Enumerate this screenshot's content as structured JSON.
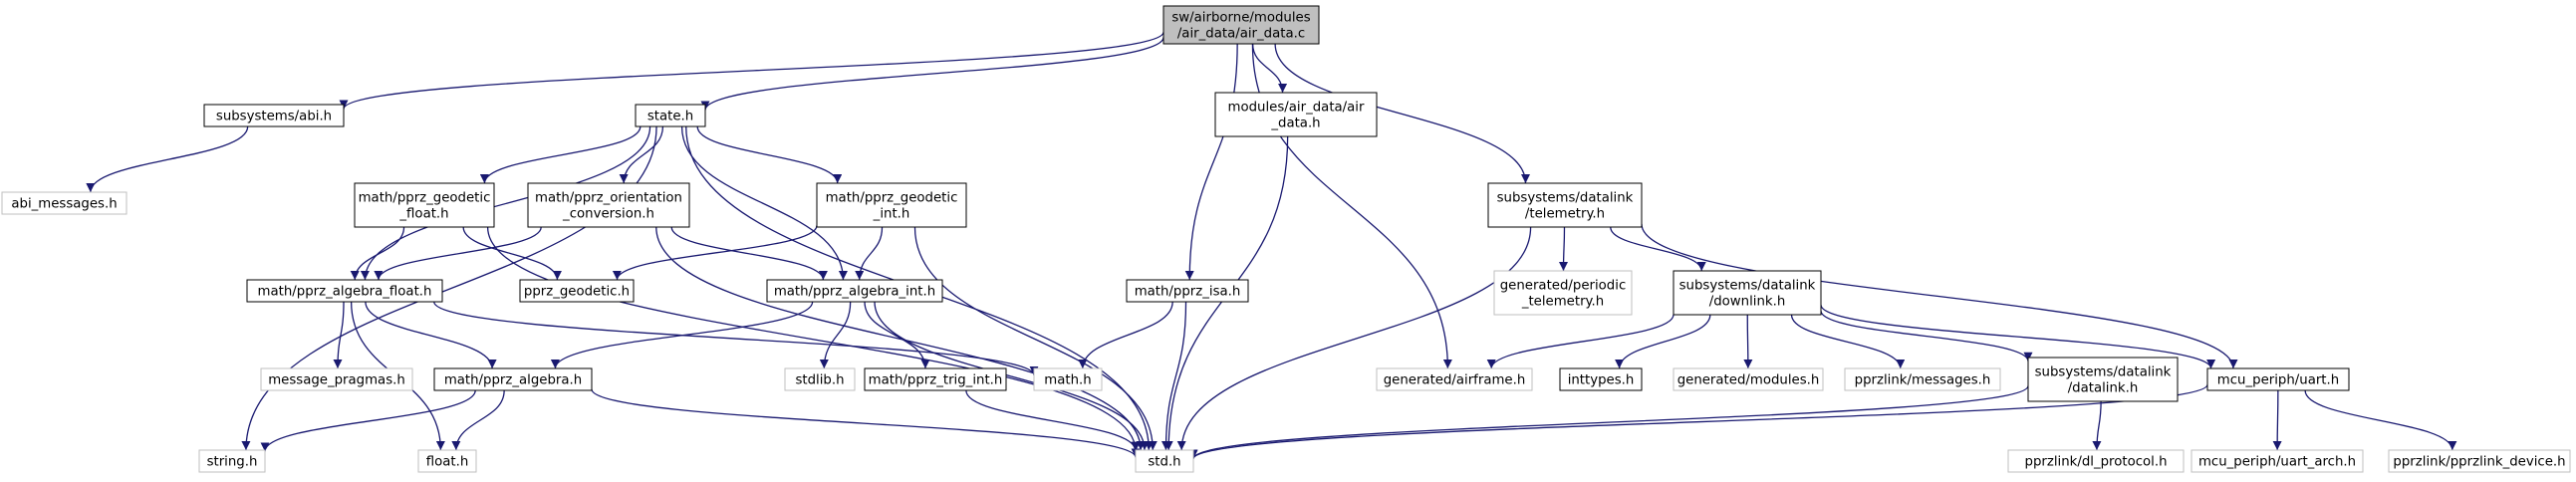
{
  "colors": {
    "edge": "#191970",
    "node_border": "#000000",
    "node_fill": "#ffffff",
    "external_border": "#bfbfbf",
    "root_fill": "#bfbfbf"
  },
  "nodes": [
    {
      "id": "root",
      "lines": [
        "sw/airborne/modules",
        "/air_data/air_data.c"
      ],
      "style": "root"
    },
    {
      "id": "abi",
      "lines": [
        "subsystems/abi.h"
      ],
      "style": "normal"
    },
    {
      "id": "abi_messages",
      "lines": [
        "abi_messages.h"
      ],
      "style": "external"
    },
    {
      "id": "state",
      "lines": [
        "state.h"
      ],
      "style": "normal"
    },
    {
      "id": "mod_air_data",
      "lines": [
        "modules/air_data/air",
        "_data.h"
      ],
      "style": "normal"
    },
    {
      "id": "pprz_isa",
      "lines": [
        "math/pprz_isa.h"
      ],
      "style": "normal"
    },
    {
      "id": "telemetry",
      "lines": [
        "subsystems/datalink",
        "/telemetry.h"
      ],
      "style": "normal"
    },
    {
      "id": "geodetic_float",
      "lines": [
        "math/pprz_geodetic",
        "_float.h"
      ],
      "style": "normal"
    },
    {
      "id": "orientation",
      "lines": [
        "math/pprz_orientation",
        "_conversion.h"
      ],
      "style": "normal"
    },
    {
      "id": "geodetic_int",
      "lines": [
        "math/pprz_geodetic",
        "_int.h"
      ],
      "style": "normal"
    },
    {
      "id": "algebra_float",
      "lines": [
        "math/pprz_algebra_float.h"
      ],
      "style": "normal"
    },
    {
      "id": "pprz_geodetic",
      "lines": [
        "pprz_geodetic.h"
      ],
      "style": "normal"
    },
    {
      "id": "algebra_int",
      "lines": [
        "math/pprz_algebra_int.h"
      ],
      "style": "normal"
    },
    {
      "id": "periodic_telemetry",
      "lines": [
        "generated/periodic",
        "_telemetry.h"
      ],
      "style": "external"
    },
    {
      "id": "downlink",
      "lines": [
        "subsystems/datalink",
        "/downlink.h"
      ],
      "style": "normal"
    },
    {
      "id": "message_pragmas",
      "lines": [
        "message_pragmas.h"
      ],
      "style": "external"
    },
    {
      "id": "pprz_algebra",
      "lines": [
        "math/pprz_algebra.h"
      ],
      "style": "normal"
    },
    {
      "id": "stdlib",
      "lines": [
        "stdlib.h"
      ],
      "style": "external"
    },
    {
      "id": "trig_int",
      "lines": [
        "math/pprz_trig_int.h"
      ],
      "style": "normal"
    },
    {
      "id": "math",
      "lines": [
        "math.h"
      ],
      "style": "external"
    },
    {
      "id": "airframe",
      "lines": [
        "generated/airframe.h"
      ],
      "style": "external"
    },
    {
      "id": "inttypes",
      "lines": [
        "inttypes.h"
      ],
      "style": "normal"
    },
    {
      "id": "gen_modules",
      "lines": [
        "generated/modules.h"
      ],
      "style": "external"
    },
    {
      "id": "pprzlink_messages",
      "lines": [
        "pprzlink/messages.h"
      ],
      "style": "external"
    },
    {
      "id": "datalink",
      "lines": [
        "subsystems/datalink",
        "/datalink.h"
      ],
      "style": "normal"
    },
    {
      "id": "uart",
      "lines": [
        "mcu_periph/uart.h"
      ],
      "style": "normal"
    },
    {
      "id": "string",
      "lines": [
        "string.h"
      ],
      "style": "external"
    },
    {
      "id": "float",
      "lines": [
        "float.h"
      ],
      "style": "external"
    },
    {
      "id": "std",
      "lines": [
        "std.h"
      ],
      "style": "external"
    },
    {
      "id": "dl_protocol",
      "lines": [
        "pprzlink/dl_protocol.h"
      ],
      "style": "external"
    },
    {
      "id": "uart_arch",
      "lines": [
        "mcu_periph/uart_arch.h"
      ],
      "style": "external"
    },
    {
      "id": "pprzlink_device",
      "lines": [
        "pprzlink/pprzlink_device.h"
      ],
      "style": "external"
    }
  ],
  "edges": [
    [
      "root",
      "abi"
    ],
    [
      "root",
      "state"
    ],
    [
      "root",
      "mod_air_data"
    ],
    [
      "root",
      "pprz_isa"
    ],
    [
      "root",
      "airframe"
    ],
    [
      "root",
      "telemetry"
    ],
    [
      "abi",
      "abi_messages"
    ],
    [
      "state",
      "geodetic_float"
    ],
    [
      "state",
      "orientation"
    ],
    [
      "state",
      "geodetic_int"
    ],
    [
      "state",
      "algebra_float"
    ],
    [
      "state",
      "algebra_int"
    ],
    [
      "state",
      "std"
    ],
    [
      "state",
      "string"
    ],
    [
      "mod_air_data",
      "std"
    ],
    [
      "pprz_isa",
      "math"
    ],
    [
      "pprz_isa",
      "std"
    ],
    [
      "telemetry",
      "periodic_telemetry"
    ],
    [
      "telemetry",
      "downlink"
    ],
    [
      "telemetry",
      "uart"
    ],
    [
      "telemetry",
      "std"
    ],
    [
      "geodetic_float",
      "pprz_geodetic"
    ],
    [
      "geodetic_float",
      "algebra_float"
    ],
    [
      "geodetic_float",
      "std"
    ],
    [
      "orientation",
      "algebra_float"
    ],
    [
      "orientation",
      "algebra_int"
    ],
    [
      "orientation",
      "std"
    ],
    [
      "geodetic_int",
      "pprz_geodetic"
    ],
    [
      "geodetic_int",
      "algebra_int"
    ],
    [
      "geodetic_int",
      "std"
    ],
    [
      "algebra_float",
      "pprz_algebra"
    ],
    [
      "algebra_float",
      "message_pragmas"
    ],
    [
      "algebra_float",
      "math"
    ],
    [
      "algebra_float",
      "float"
    ],
    [
      "algebra_int",
      "pprz_algebra"
    ],
    [
      "algebra_int",
      "stdlib"
    ],
    [
      "algebra_int",
      "trig_int"
    ],
    [
      "algebra_int",
      "std"
    ],
    [
      "pprz_algebra",
      "string"
    ],
    [
      "pprz_algebra",
      "float"
    ],
    [
      "pprz_algebra",
      "std"
    ],
    [
      "trig_int",
      "std"
    ],
    [
      "downlink",
      "airframe"
    ],
    [
      "downlink",
      "inttypes"
    ],
    [
      "downlink",
      "gen_modules"
    ],
    [
      "downlink",
      "pprzlink_messages"
    ],
    [
      "downlink",
      "datalink"
    ],
    [
      "downlink",
      "uart"
    ],
    [
      "datalink",
      "dl_protocol"
    ],
    [
      "datalink",
      "std"
    ],
    [
      "uart",
      "std"
    ],
    [
      "uart",
      "uart_arch"
    ],
    [
      "uart",
      "pprzlink_device"
    ]
  ]
}
